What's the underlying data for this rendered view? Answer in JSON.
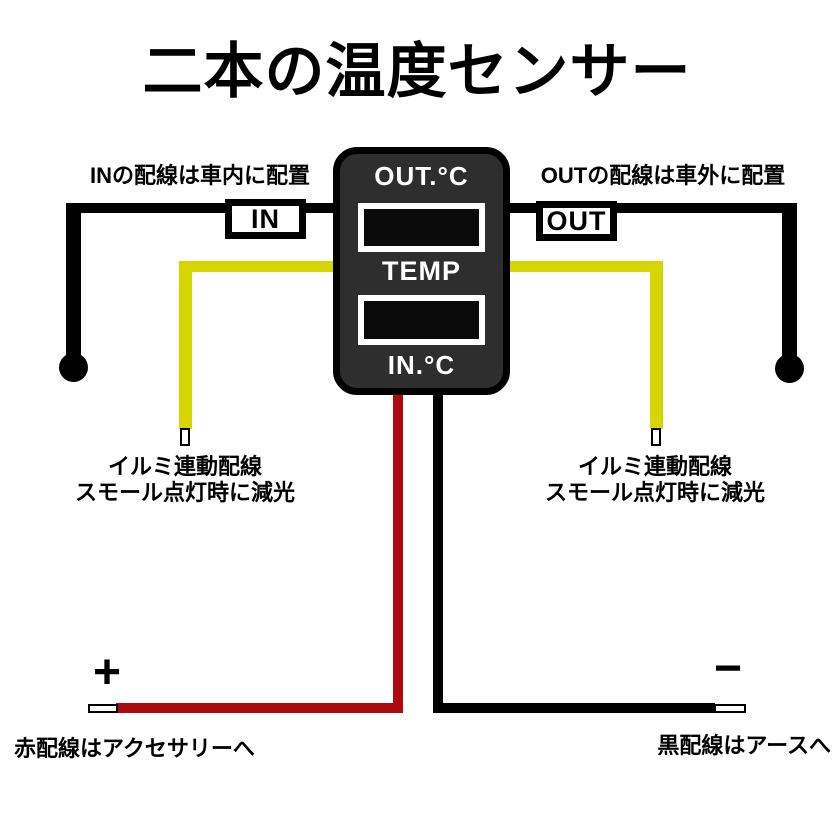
{
  "title": "二本の温度センサー",
  "top_notes": {
    "in": "INの配線は車内に配置",
    "out": "OUTの配線は車外に配置"
  },
  "wire_tags": {
    "in": "IN",
    "out": "OUT"
  },
  "device": {
    "top_label": "OUT.°C",
    "middle_label": "TEMP",
    "bottom_label": "IN.°C"
  },
  "illumination_notes": {
    "left": {
      "line1": "イルミ連動配線",
      "line2": "スモール点灯時に減光"
    },
    "right": {
      "line1": "イルミ連動配線",
      "line2": "スモール点灯時に減光"
    }
  },
  "power_notes": {
    "plus_symbol": "+",
    "minus_symbol": "−",
    "red": "赤配線はアクセサリーへ",
    "black": "黒配線はアースへ"
  },
  "colors": {
    "wire_black": "#000000",
    "wire_yellow": "#d5d500",
    "wire_red": "#ab0b10",
    "device_body": "#2e2e2e",
    "display_fill": "#0b0b0b",
    "background": "#ffffff"
  }
}
